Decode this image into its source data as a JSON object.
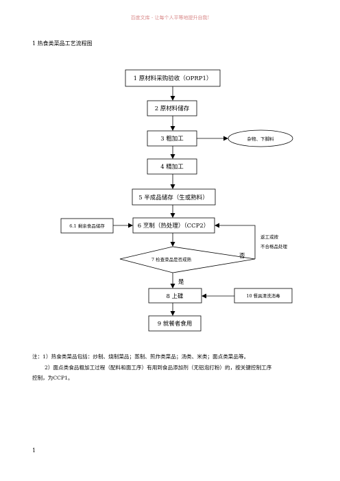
{
  "header": {
    "text": "百度文库 - 让每个人平等地提升自我!"
  },
  "title": "1  热食类菜品工艺流程图",
  "nodes": {
    "n1": "1  原材料采购验收（OPRP1）",
    "n2": "2  原材料储存",
    "n3": "3  粗加工",
    "side_oval": "杂物、下脚料",
    "n4": "4  精加工",
    "n5": "5 半成品储存（生或熟料）",
    "n61": "6.1  剩余食品储存",
    "n6": "6  烹制（热处理）（CCP2）",
    "n7": "7 检查菜品是否成熟",
    "rework_line1": "返工或按",
    "rework_line2": "不合格品处理",
    "no": "否",
    "yes": "是",
    "n8": "8  上碟",
    "n10": "10  餐具清洗消毒",
    "n9": "9  就餐者食用"
  },
  "notes": {
    "line1": "注：1）热食类菜品包括：炒制、烧制菜品；蒸制、煎炸类菜品；汤类、米类；面点类菜品等。",
    "line2": "2）面点类食品粗加工过程（配料和面工序）有用到食品添加剂（无铝泡打粉）的，按关键控制工序",
    "line3": "控制，为CCP1。"
  },
  "page_number": "1"
}
